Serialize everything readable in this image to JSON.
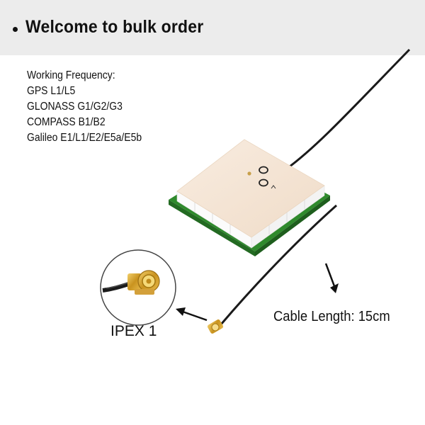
{
  "banner": {
    "title": "Welcome to bulk order"
  },
  "frequency": {
    "heading": "Working Frequency:",
    "lines": [
      "GPS L1/L5",
      "GLONASS G1/G2/G3",
      "COMPASS B1/B2",
      "Galileo E1/L1/E2/E5a/E5b"
    ]
  },
  "labels": {
    "cable_length": "Cable Length: 15cm",
    "connector": "IPEX 1"
  },
  "colors": {
    "banner_bg": "#ececec",
    "ceramic": "#f4e6d7",
    "pcb": "#2f8a2c",
    "cable": "#1a1a1a",
    "connector_gold": "#d6a531"
  }
}
